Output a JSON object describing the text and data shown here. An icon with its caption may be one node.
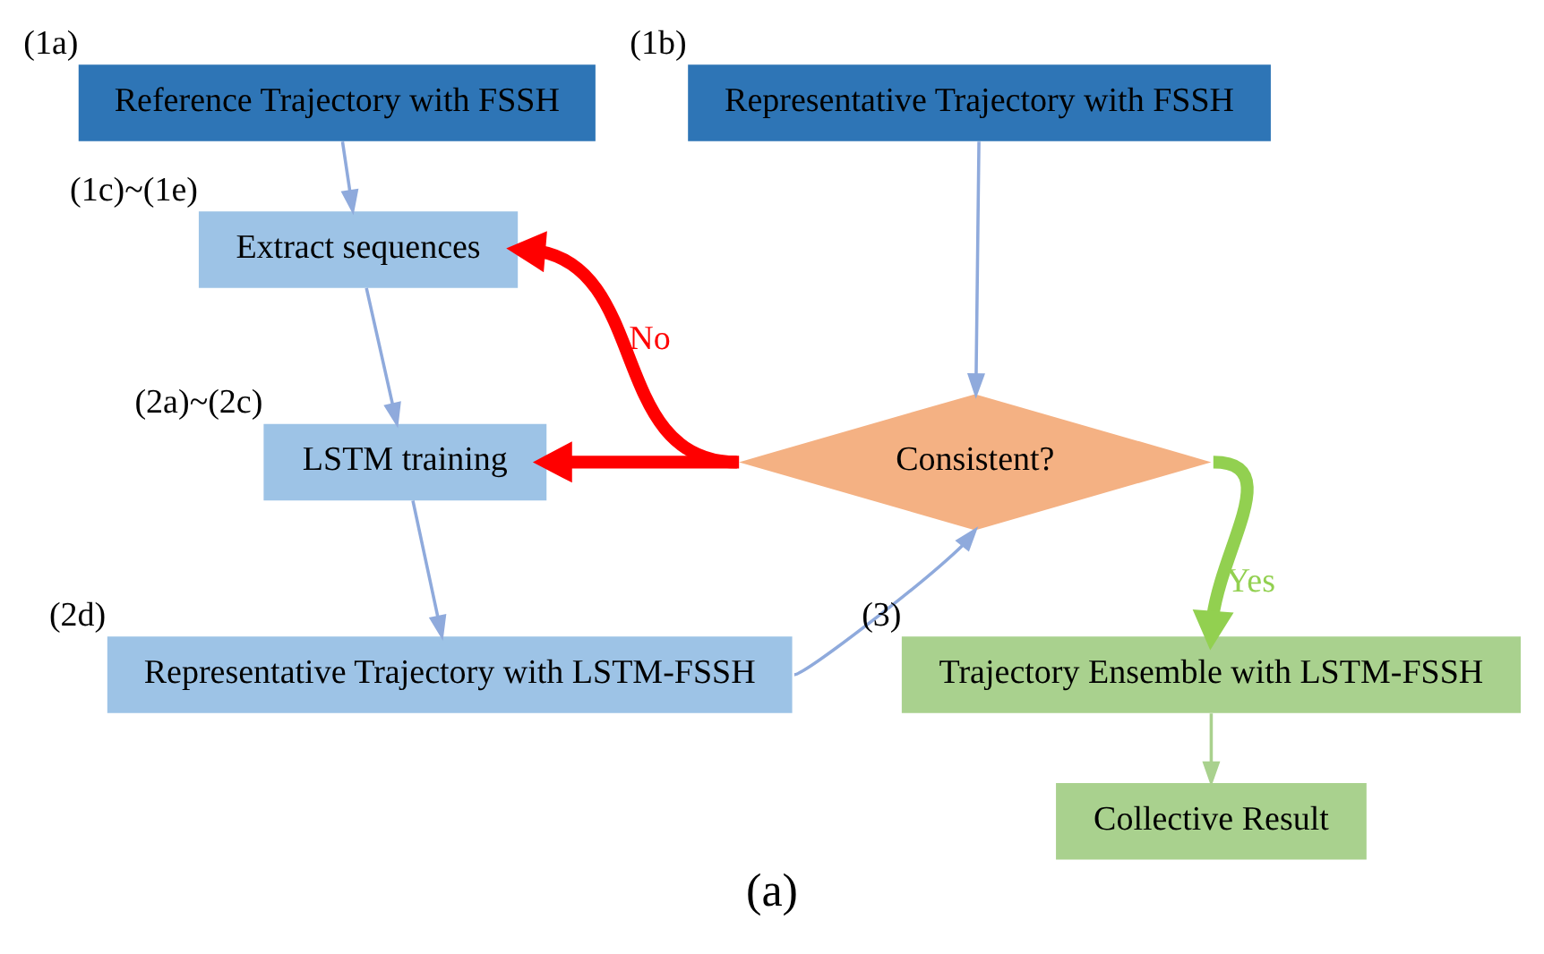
{
  "diagram": {
    "caption": "(a)",
    "nodes": [
      {
        "text": [
          "Reference Trajectory with FSSH"
        ],
        "beside": [
          "(1a)"
        ]
      },
      {
        "text": [
          "Representative Trajectory with FSSH"
        ],
        "beside": [
          "(1b)"
        ]
      },
      {
        "text": [
          "Extract sequences"
        ],
        "beside": [
          "(1c)~(1e)"
        ]
      },
      {
        "text": [
          "LSTM training"
        ],
        "beside": [
          "(2a)~(2c)"
        ]
      },
      {
        "text": [
          "Representative Trajectory with LSTM-FSSH"
        ],
        "beside": [
          "(2d)"
        ]
      },
      {
        "text": [
          "Consistent?"
        ]
      },
      {
        "text": [
          "Trajectory Ensemble with LSTM-FSSH"
        ],
        "beside": [
          "(3)"
        ]
      },
      {
        "text": [
          "Collective Result"
        ]
      }
    ],
    "edges": [
      {
        "from": 0,
        "to": 2,
        "arrow": "to"
      },
      {
        "from": 2,
        "to": 3,
        "arrow": "to"
      },
      {
        "from": 3,
        "to": 4,
        "arrow": "to"
      },
      {
        "from": 1,
        "to": 5,
        "arrow": "to"
      },
      {
        "from": 4,
        "to": 5,
        "arrow": "to"
      },
      {
        "from": 5,
        "to": 2,
        "arrow": "to",
        "label": "No",
        "style": "thick",
        "color": "#ff0000"
      },
      {
        "from": 5,
        "to": 3,
        "arrow": "to",
        "style": "thick",
        "color": "#ff0000"
      },
      {
        "from": 5,
        "to": 6,
        "arrow": "to",
        "label": "Yes",
        "style": "thick",
        "color": "#92d050"
      },
      {
        "from": 6,
        "to": 7,
        "arrow": "to",
        "color": "#a9d18e"
      }
    ]
  }
}
